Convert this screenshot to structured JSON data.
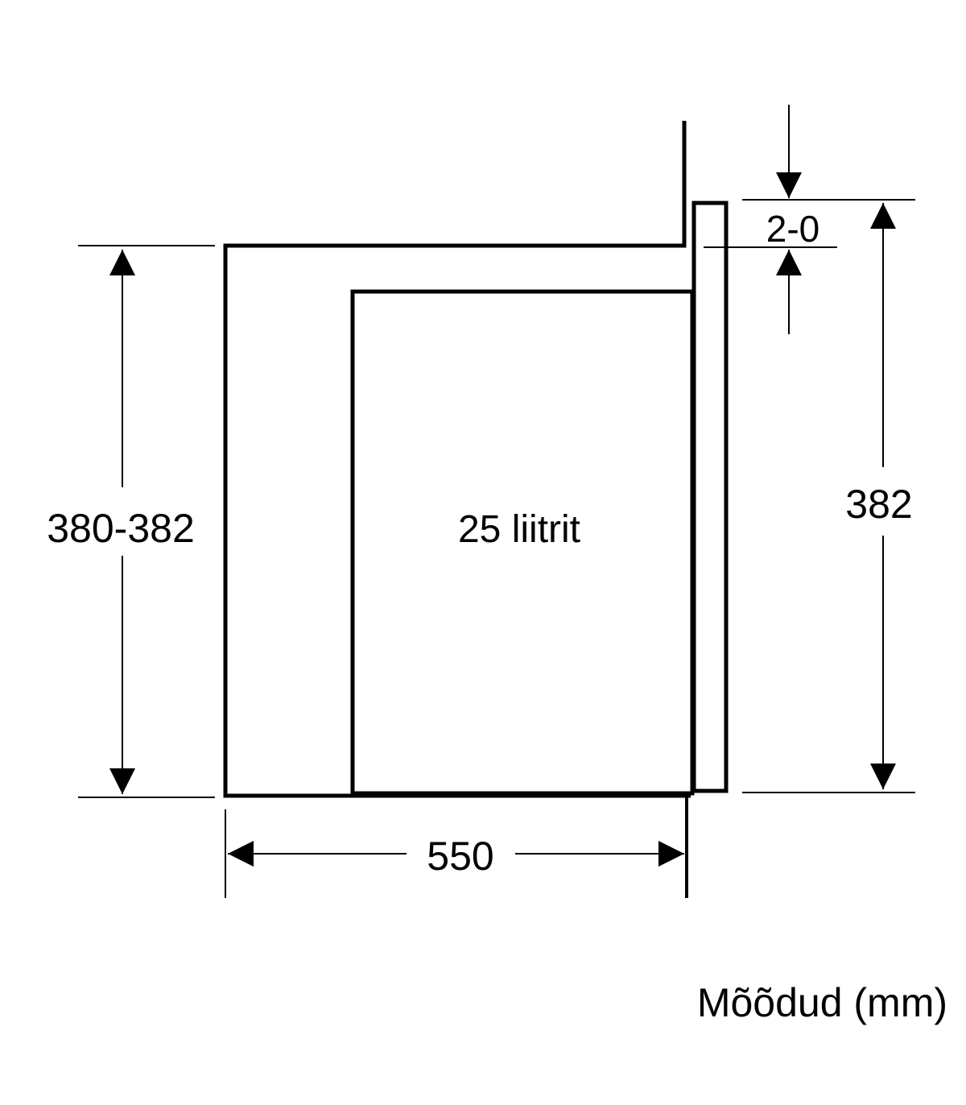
{
  "labels": {
    "cabinet_height": "380-382",
    "capacity": "25 liitrit",
    "front_height": "382",
    "gap": "2-0",
    "depth": "550",
    "units_note": "Mõõdud (mm)"
  },
  "colors": {
    "line": "#000000",
    "background": "#ffffff"
  }
}
